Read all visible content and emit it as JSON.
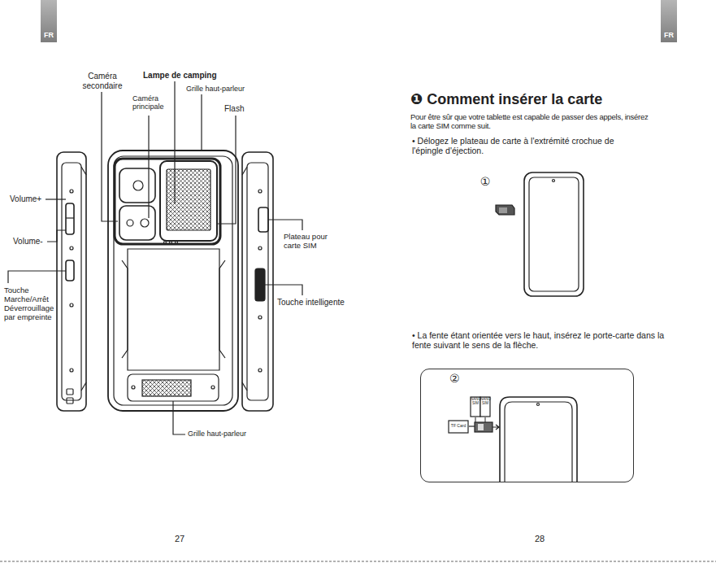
{
  "diagram": {
    "title": "❶ Comment insérer la carte",
    "nodes": [
      {
        "text": [
          "FR"
        ]
      },
      {
        "text": [
          "FR"
        ]
      },
      {
        "text": [
          "②"
        ]
      }
    ],
    "labels": [
      "Caméra secondaire",
      "Lampe de camping",
      "Grille haut-parleur",
      "Caméra principale",
      "Flash",
      "Volume+",
      "Volume-",
      "Touche Marche/Arrêt Déverrouillage par empreinte",
      "Plateau pour carte SIM",
      "Touche intelligente",
      "Grille haut-parleur",
      "27",
      "Pour être sûr que votre tablette est capable de passer des appels, insérez la carte SIM comme suit.",
      "• Délogez le plateau de carte à l'extrémité crochue de l'épingle d'éjection.",
      "①",
      "• La fente étant orientée vers le haut, insérez le porte-carte dans la fente suivant le sens de la flèche.",
      "NANO SIM",
      "NANO SIM",
      "TF Card",
      "28"
    ]
  }
}
